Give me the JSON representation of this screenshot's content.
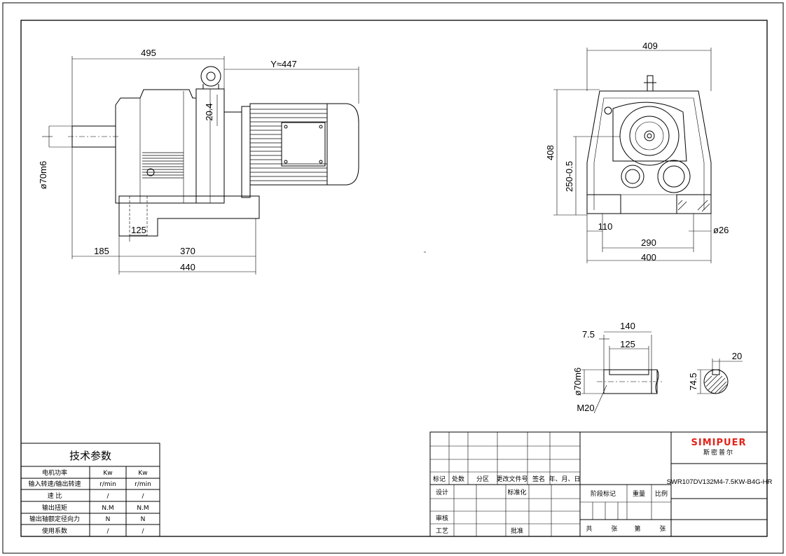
{
  "side_view": {
    "dims": {
      "overall_length": "495",
      "motor_length": "Y≈447",
      "eye_offset": "20.4",
      "shaft_dia": "ø70m6",
      "foot_125": "125",
      "foot_185": "185",
      "foot_370": "370",
      "foot_440": "440"
    }
  },
  "end_view": {
    "dims": {
      "width_top": "409",
      "height": "408",
      "shaft_height": "250-0.5",
      "foot_110": "110",
      "foot_290": "290",
      "foot_400": "400",
      "hole_dia": "ø26"
    }
  },
  "shaft_detail": {
    "dims": {
      "chamfer": "7.5",
      "length_140": "140",
      "key_125": "125",
      "dia": "ø70m6",
      "thread": "M20",
      "key_width": "20",
      "key_height": "74.5"
    }
  },
  "tech_params": {
    "title": "技术参数",
    "rows": [
      {
        "label": "电机功率",
        "a": "Kw",
        "b": "Kw"
      },
      {
        "label": "输入转速/输出转速",
        "a": "r/min",
        "b": "r/min"
      },
      {
        "label": "速  比",
        "a": "/",
        "b": "/"
      },
      {
        "label": "输出扭矩",
        "a": "N.M",
        "b": "N.M"
      },
      {
        "label": "输出轴额定径向力",
        "a": "N",
        "b": "N"
      },
      {
        "label": "使用系数",
        "a": "/",
        "b": "/"
      }
    ]
  },
  "title_block": {
    "rev_headers": {
      "mark": "标记",
      "qty": "处数",
      "zone": "分区",
      "doc_no": "更改文件号",
      "sign": "签名",
      "date": "年、月、日"
    },
    "design": "设计",
    "standard": "标准化",
    "review": "审核",
    "process": "工艺",
    "approve": "批准",
    "stage_mark": "阶段标记",
    "weight": "重量",
    "scale": "比例",
    "total": "共",
    "sheets": "张",
    "no": "第",
    "sheet": "张",
    "brand": "SIMIPUER",
    "brand_cn": "斯密普尔",
    "model": "SWR107DV132M4-7.5KW-B4G-HR",
    "brand_color": "#e2231a"
  }
}
